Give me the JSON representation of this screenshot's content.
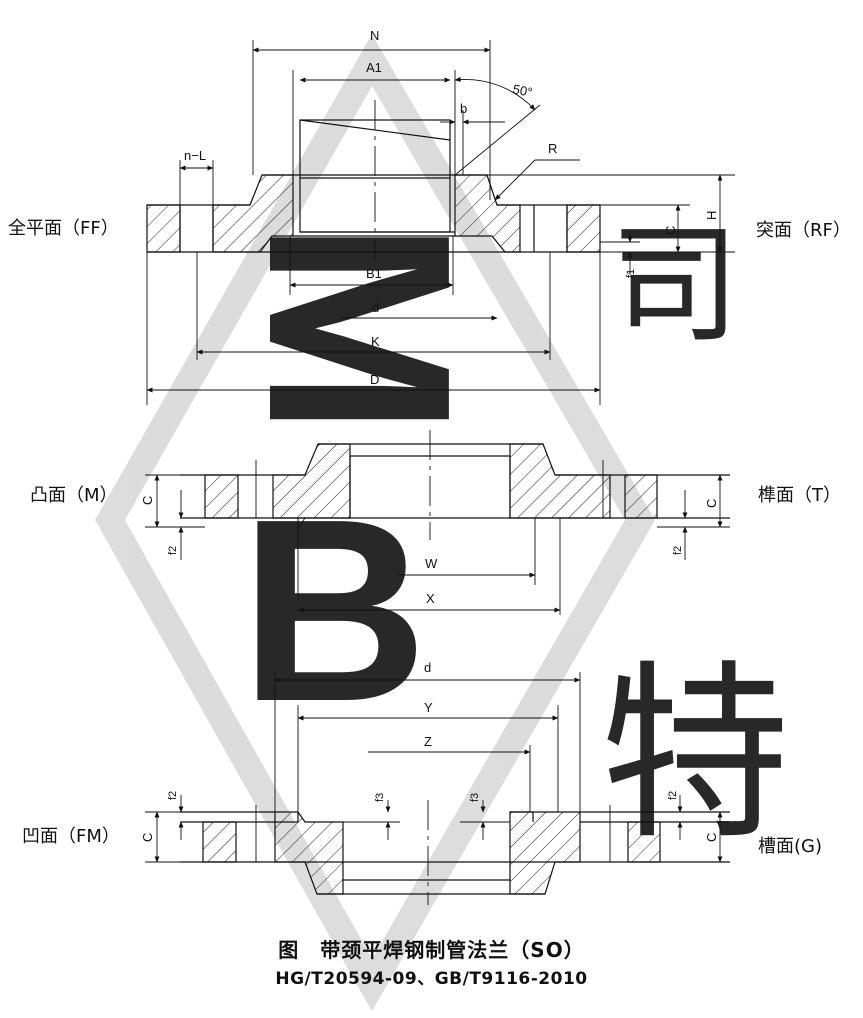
{
  "face_labels": {
    "ff": "全平面（FF）",
    "rf": "突面（RF）",
    "m": "凸面（M）",
    "t": "榫面（T）",
    "fm": "凹面（FM）",
    "g": "槽面(G)"
  },
  "dimension_labels": {
    "N": "N",
    "A1": "A1",
    "angle": "50°",
    "b": "b",
    "R": "R",
    "nL": "n−L",
    "H": "H",
    "C": "C",
    "f1": "f1",
    "B1": "B1",
    "d": "d",
    "K": "K",
    "D": "D",
    "f2": "f2",
    "W": "W",
    "X": "X",
    "Y": "Y",
    "Z": "Z",
    "f3": "f3"
  },
  "caption": {
    "title": "图　带颈平焊钢制管法兰（SO）",
    "standards": "HG/T20594-09、GB/T9116-2010"
  },
  "watermark": {
    "letters": "BM",
    "char": "特",
    "color": "#d6d6d6"
  }
}
